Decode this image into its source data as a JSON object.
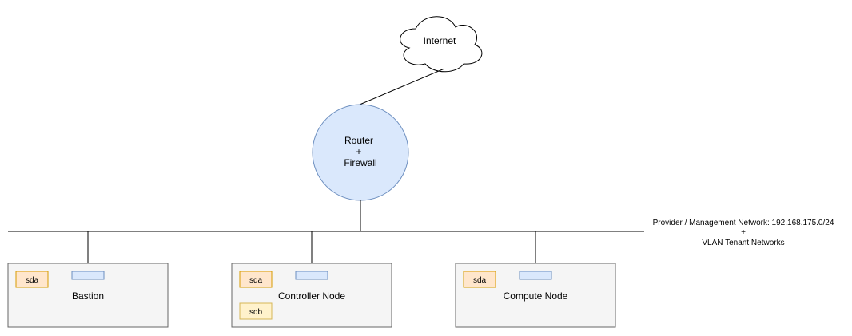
{
  "cloud": {
    "label": "Internet"
  },
  "router": {
    "line1": "Router",
    "line2": "+",
    "line3": "Firewall"
  },
  "network": {
    "line1": "Provider / Management Network: 192.168.175.0/24",
    "line2": "+",
    "line3": "VLAN Tenant Networks"
  },
  "nodes": [
    {
      "label": "Bastion",
      "disks": [
        "sda"
      ]
    },
    {
      "label": "Controller Node",
      "disks": [
        "sda",
        "sdb"
      ]
    },
    {
      "label": "Compute Node",
      "disks": [
        "sda"
      ]
    }
  ],
  "colors": {
    "router_fill": "#dae8fc",
    "router_stroke": "#6c8ebf",
    "node_fill": "#f5f5f5",
    "node_stroke": "#666666",
    "disk_sda_fill": "#ffe6cc",
    "disk_sda_stroke": "#d79b00",
    "disk_sdb_fill": "#fff2cc",
    "disk_sdb_stroke": "#d6b656",
    "nic_fill": "#dae8fc",
    "nic_stroke": "#6c8ebf"
  }
}
